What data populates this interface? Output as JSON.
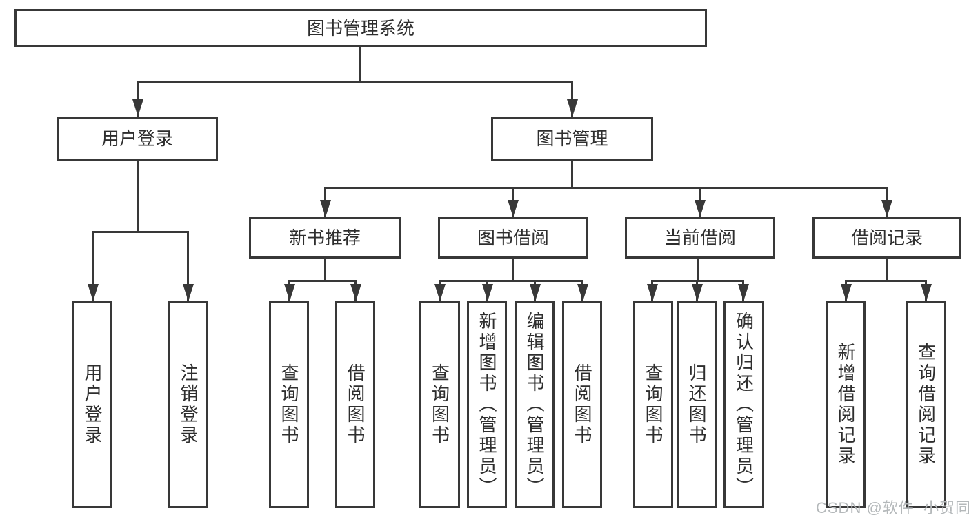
{
  "colors": {
    "line": "#383838",
    "text": "#2e2e2e",
    "background": "#ffffff",
    "watermark": "#b4b8ba"
  },
  "diagram": {
    "title": "图书管理系统",
    "level2": [
      {
        "label": "用户登录"
      },
      {
        "label": "图书管理"
      }
    ],
    "level3": [
      {
        "label": "新书推荐"
      },
      {
        "label": "图书借阅"
      },
      {
        "label": "当前借阅"
      },
      {
        "label": "借阅记录"
      }
    ],
    "leaves": [
      {
        "label": "用户登录"
      },
      {
        "label": "注销登录"
      },
      {
        "label": "查询图书"
      },
      {
        "label": "借阅图书"
      },
      {
        "label": "查询图书"
      },
      {
        "label": "新增图书（管理员）"
      },
      {
        "label": "编辑图书（管理员）"
      },
      {
        "label": "借阅图书"
      },
      {
        "label": "查询图书"
      },
      {
        "label": "归还图书"
      },
      {
        "label": "确认归还（管理员）"
      },
      {
        "label": "新增借阅记录"
      },
      {
        "label": "查询借阅记录"
      }
    ]
  },
  "watermark": {
    "text": "CSDN @软件_小贺同学"
  }
}
